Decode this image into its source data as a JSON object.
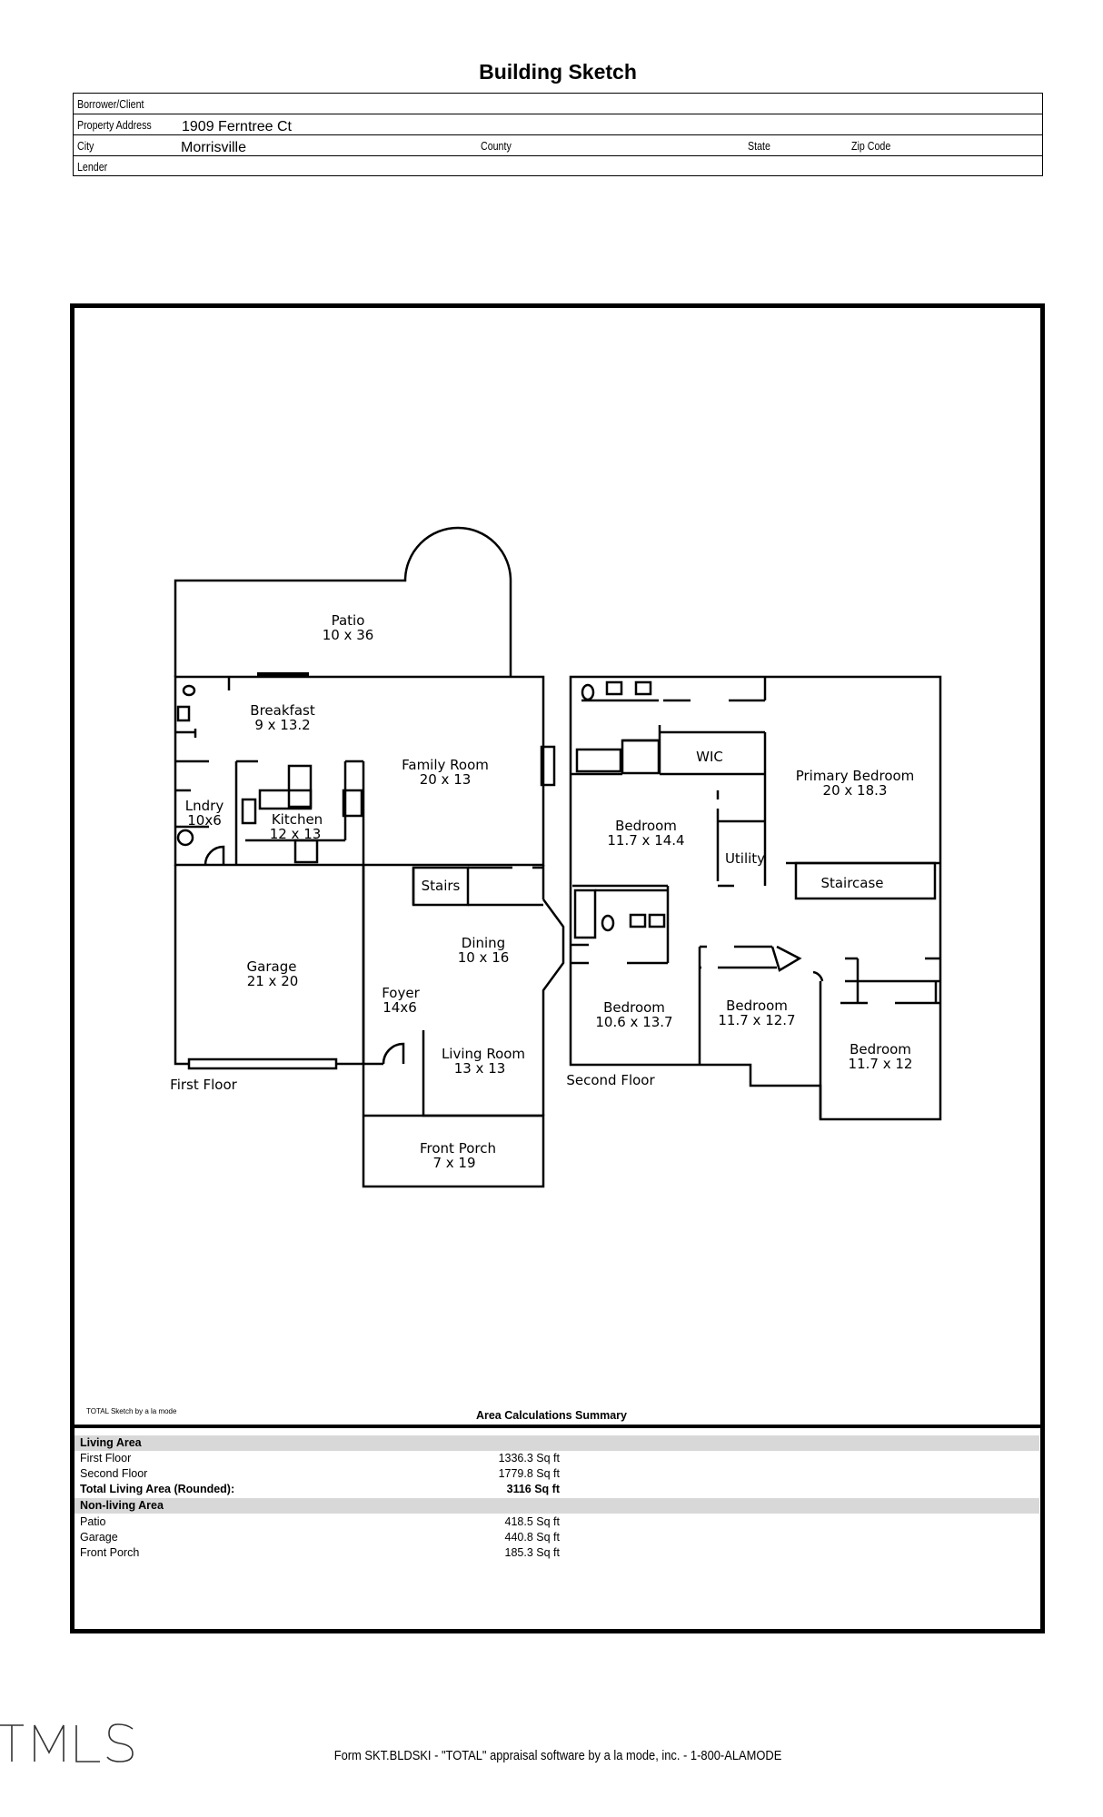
{
  "title": "Building Sketch",
  "header": {
    "borrower_label": "Borrower/Client",
    "address_label": "Property Address",
    "address_value": "1909 Ferntree Ct",
    "city_label": "City",
    "city_value": "Morrisville",
    "county_label": "County",
    "state_label": "State",
    "zip_label": "Zip Code",
    "lender_label": "Lender"
  },
  "sketch": {
    "first_floor_label": "First Floor",
    "second_floor_label": "Second Floor",
    "rooms": {
      "patio": {
        "name": "Patio",
        "dims": "10 x 36"
      },
      "breakfast": {
        "name": "Breakfast",
        "dims": "9 x 13.2"
      },
      "family": {
        "name": "Family Room",
        "dims": "20 x 13"
      },
      "laundry": {
        "name": "Lndry",
        "dims": "10x6"
      },
      "kitchen": {
        "name": "Kitchen",
        "dims": "12 x 13"
      },
      "stairs": {
        "name": "Stairs"
      },
      "dining": {
        "name": "Dining",
        "dims": "10 x 16"
      },
      "garage": {
        "name": "Garage",
        "dims": "21 x 20"
      },
      "foyer": {
        "name": "Foyer",
        "dims": "14x6"
      },
      "living": {
        "name": "Living Room",
        "dims": "13 x 13"
      },
      "porch": {
        "name": "Front Porch",
        "dims": "7 x 19"
      },
      "wic": {
        "name": "WIC"
      },
      "primary": {
        "name": "Primary Bedroom",
        "dims": "20 x 18.3"
      },
      "bed1": {
        "name": "Bedroom",
        "dims": "11.7 x 14.4"
      },
      "utility": {
        "name": "Utility"
      },
      "staircase": {
        "name": "Staircase"
      },
      "bed2": {
        "name": "Bedroom",
        "dims": "10.6 x 13.7"
      },
      "bed3": {
        "name": "Bedroom",
        "dims": "11.7 x 12.7"
      },
      "bed4": {
        "name": "Bedroom",
        "dims": "11.7 x 12"
      }
    }
  },
  "credit": "TOTAL Sketch by a la mode",
  "summary": {
    "title": "Area Calculations Summary",
    "living_header": "Living Area",
    "first_floor": {
      "label": "First Floor",
      "value": "1336.3 Sq ft"
    },
    "second_floor": {
      "label": "Second Floor",
      "value": "1779.8 Sq ft"
    },
    "total": {
      "label": "Total Living Area (Rounded):",
      "value": "3116 Sq ft"
    },
    "nonliving_header": "Non-living Area",
    "patio": {
      "label": "Patio",
      "value": "418.5 Sq ft"
    },
    "garage": {
      "label": "Garage",
      "value": "440.8 Sq ft"
    },
    "porch": {
      "label": "Front Porch",
      "value": "185.3 Sq ft"
    }
  },
  "watermark": "TMLS",
  "footer": "Form SKT.BLDSKI - \"TOTAL\" appraisal software by a la mode, inc. - 1-800-ALAMODE"
}
